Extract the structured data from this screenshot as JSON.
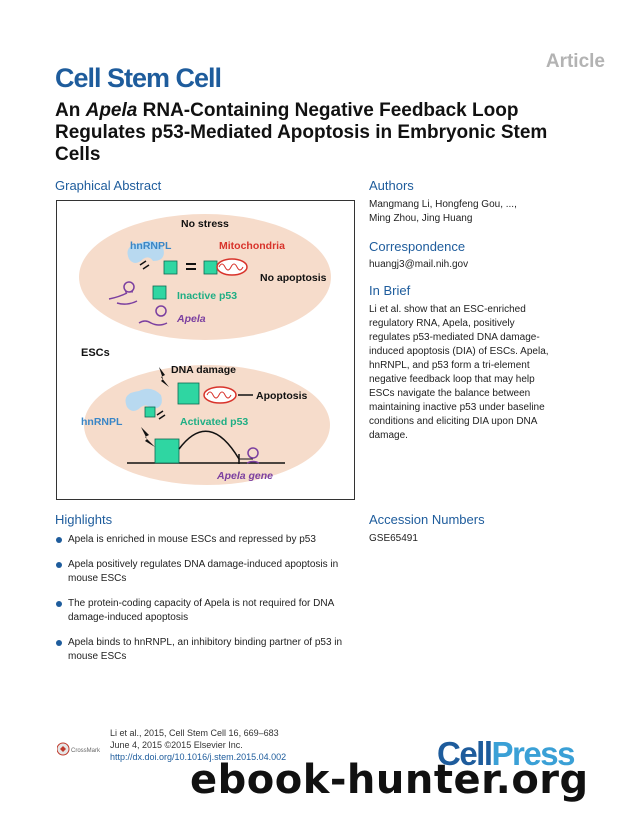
{
  "article_tag": "Article",
  "journal": "Cell Stem Cell",
  "title": {
    "prefix": "An ",
    "italic": "Apela",
    "rest": " RNA-Containing Negative Feedback Loop Regulates p53-Mediated Apoptosis in Embryonic Stem Cells"
  },
  "graphical_abstract": {
    "heading": "Graphical Abstract",
    "top": {
      "no_stress": "No stress",
      "hnrnpl": "hnRNPL",
      "mitochondria": "Mitochondria",
      "no_apoptosis": "No apoptosis",
      "inactive_p53": "Inactive p53",
      "apela": "Apela"
    },
    "escs": "ESCs",
    "bottom": {
      "dna_damage": "DNA damage",
      "apoptosis": "Apoptosis",
      "hnrnpl": "hnRNPL",
      "activated_p53": "Activated p53",
      "apela_gene": "Apela gene"
    },
    "colors": {
      "oval": "#f6dccb",
      "p53": "#2fd6a2",
      "mito": "#d8332b",
      "hnrnpl": "#b8d9f0",
      "apela": "#7b3fa0"
    }
  },
  "authors": {
    "heading": "Authors",
    "line1": "Mangmang Li, Hongfeng Gou, ...,",
    "line2": "Ming Zhou, Jing Huang"
  },
  "correspondence": {
    "heading": "Correspondence",
    "email": "huangj3@mail.nih.gov"
  },
  "in_brief": {
    "heading": "In Brief",
    "lines": [
      "Li et al. show that an ESC-enriched",
      "regulatory RNA, Apela, positively",
      "regulates p53-mediated DNA damage-",
      "induced apoptosis (DIA) of ESCs. Apela,",
      "hnRNPL, and p53 form a tri-element",
      "negative feedback loop that may help",
      "ESCs navigate the balance between",
      "maintaining inactive p53 under baseline",
      "conditions and eliciting DIA upon DNA",
      "damage."
    ]
  },
  "highlights": {
    "heading": "Highlights",
    "items": [
      "Apela is enriched in mouse ESCs and repressed by p53",
      "Apela positively regulates DNA damage-induced apoptosis in mouse ESCs",
      "The protein-coding capacity of Apela is not required for DNA damage-induced apoptosis",
      "Apela binds to hnRNPL, an inhibitory binding partner of p53 in mouse ESCs"
    ]
  },
  "accession": {
    "heading": "Accession Numbers",
    "id": "GSE65491"
  },
  "citation": {
    "line1": "Li et al., 2015, Cell Stem Cell 16, 669–683",
    "line2": "June 4, 2015 ©2015 Elsevier Inc.",
    "doi": "http://dx.doi.org/10.1016/j.stem.2015.04.002"
  },
  "publisher": {
    "part1": "Cell",
    "part2": "Press"
  },
  "crossmark": "CrossMark",
  "watermark": "ebook-hunter.org"
}
